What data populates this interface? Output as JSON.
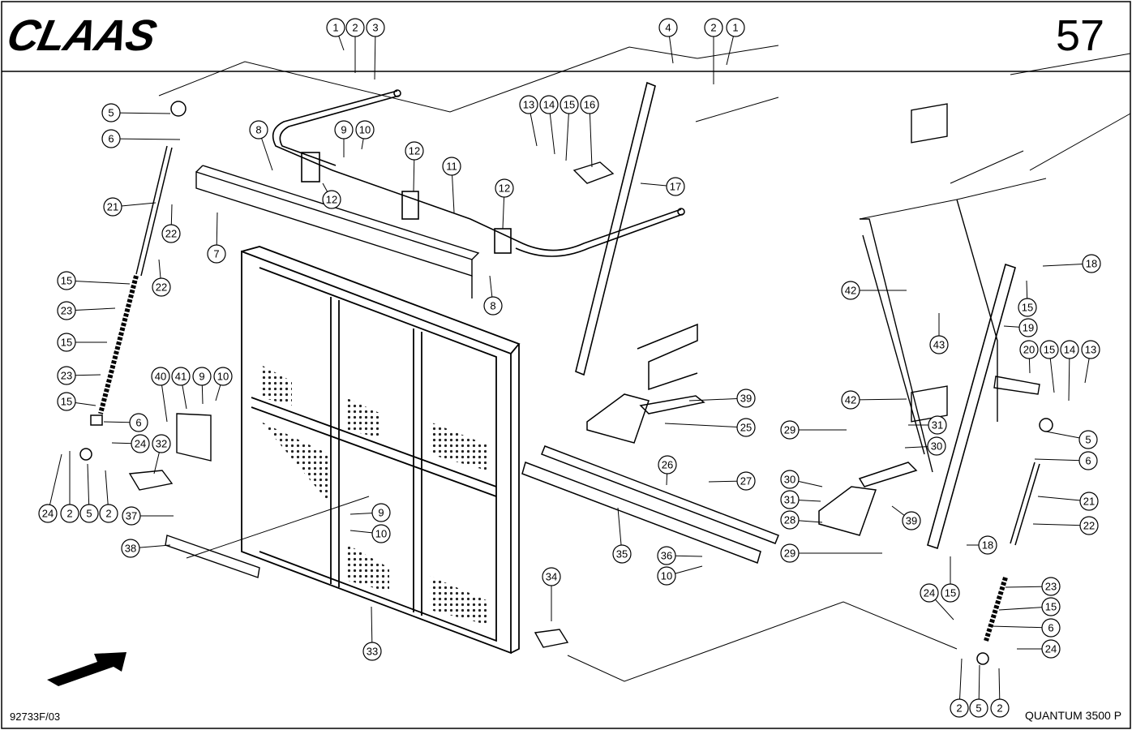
{
  "header": {
    "brand": "CLAAS",
    "page_number": "57"
  },
  "footer": {
    "document_code": "92733F/03",
    "model": "QUANTUM 3500 P"
  },
  "callouts": [
    {
      "label": "1"
    },
    {
      "label": "2"
    },
    {
      "label": "3"
    },
    {
      "label": "4"
    },
    {
      "label": "2"
    },
    {
      "label": "1"
    },
    {
      "label": "5"
    },
    {
      "label": "6"
    },
    {
      "label": "8"
    },
    {
      "label": "9"
    },
    {
      "label": "10"
    },
    {
      "label": "13"
    },
    {
      "label": "14"
    },
    {
      "label": "15"
    },
    {
      "label": "16"
    },
    {
      "label": "12"
    },
    {
      "label": "11"
    },
    {
      "label": "12"
    },
    {
      "label": "12"
    },
    {
      "label": "17"
    },
    {
      "label": "21"
    },
    {
      "label": "22"
    },
    {
      "label": "7"
    },
    {
      "label": "22"
    },
    {
      "label": "8"
    },
    {
      "label": "15"
    },
    {
      "label": "23"
    },
    {
      "label": "15"
    },
    {
      "label": "23"
    },
    {
      "label": "15"
    },
    {
      "label": "6"
    },
    {
      "label": "40"
    },
    {
      "label": "41"
    },
    {
      "label": "9"
    },
    {
      "label": "10"
    },
    {
      "label": "32"
    },
    {
      "label": "24"
    },
    {
      "label": "24"
    },
    {
      "label": "2"
    },
    {
      "label": "5"
    },
    {
      "label": "2"
    },
    {
      "label": "37"
    },
    {
      "label": "38"
    },
    {
      "label": "9"
    },
    {
      "label": "10"
    },
    {
      "label": "33"
    },
    {
      "label": "39"
    },
    {
      "label": "25"
    },
    {
      "label": "26"
    },
    {
      "label": "27"
    },
    {
      "label": "35"
    },
    {
      "label": "36"
    },
    {
      "label": "10"
    },
    {
      "label": "34"
    },
    {
      "label": "18"
    },
    {
      "label": "15"
    },
    {
      "label": "42"
    },
    {
      "label": "19"
    },
    {
      "label": "43"
    },
    {
      "label": "20"
    },
    {
      "label": "15"
    },
    {
      "label": "14"
    },
    {
      "label": "13"
    },
    {
      "label": "42"
    },
    {
      "label": "29"
    },
    {
      "label": "31"
    },
    {
      "label": "30"
    },
    {
      "label": "5"
    },
    {
      "label": "6"
    },
    {
      "label": "30"
    },
    {
      "label": "31"
    },
    {
      "label": "28"
    },
    {
      "label": "39"
    },
    {
      "label": "21"
    },
    {
      "label": "22"
    },
    {
      "label": "29"
    },
    {
      "label": "18"
    },
    {
      "label": "24"
    },
    {
      "label": "15"
    },
    {
      "label": "23"
    },
    {
      "label": "15"
    },
    {
      "label": "6"
    },
    {
      "label": "24"
    },
    {
      "label": "2"
    },
    {
      "label": "5"
    },
    {
      "label": "2"
    }
  ]
}
